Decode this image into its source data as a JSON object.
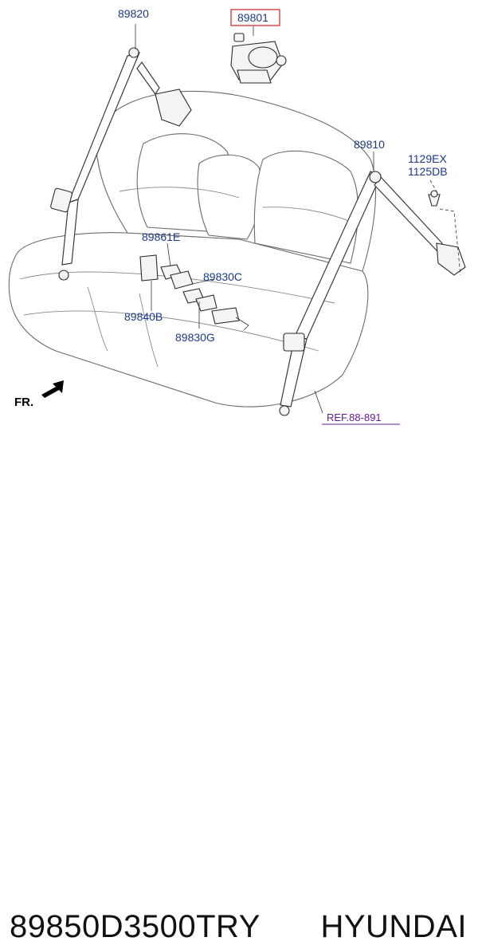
{
  "callouts": {
    "top_left": "89820",
    "top_center": "89801",
    "right_anchor": "89810",
    "right_bolt_1": "1129EX",
    "right_bolt_2": "1125DB",
    "buckle_upper": "89861E",
    "buckle_right": "89830C",
    "buckle_left": "89840B",
    "buckle_lower": "89830G"
  },
  "reference": "REF.88-891",
  "direction_label": "FR.",
  "caption": {
    "part_number": "89850D3500TRY",
    "brand": "HYUNDAI"
  }
}
